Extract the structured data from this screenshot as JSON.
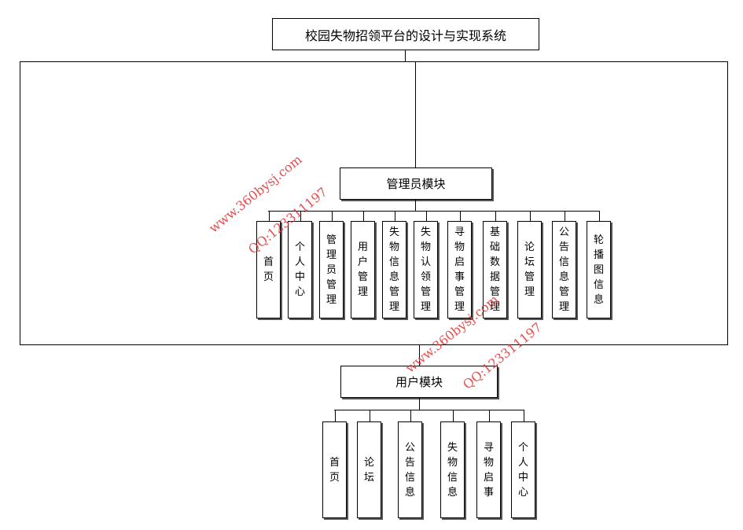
{
  "title": "校园失物招领平台的设计与实现系统",
  "admin_module": {
    "label": "管理员模块",
    "items": [
      "首页",
      "个人中心",
      "管理员管理",
      "用户管理",
      "失物信息管理",
      "失物认领管理",
      "寻物启事管理",
      "基础数据管理",
      "论坛管理",
      "公告信息管理",
      "轮播图信息"
    ]
  },
  "user_module": {
    "label": "用户模块",
    "items": [
      "首页",
      "论坛",
      "公告信息",
      "失物信息",
      "寻物启事",
      "个人中心"
    ]
  },
  "watermarks": [
    "www.360bysj.com",
    "QQ:123311197",
    "www.360bysj.com",
    "QQ:123311197"
  ]
}
